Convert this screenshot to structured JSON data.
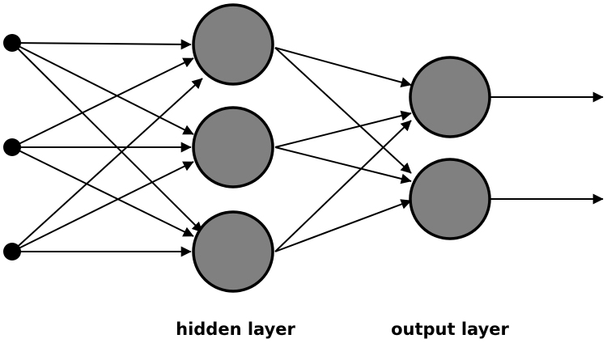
{
  "diagram": {
    "type": "feedforward-neural-network",
    "labels": {
      "hidden": "hidden layer",
      "output": "output layer"
    },
    "layers": [
      {
        "id": "input",
        "nodes": 3,
        "node_style": "small-black-dot"
      },
      {
        "id": "hidden",
        "nodes": 3,
        "node_style": "large-gray-circle"
      },
      {
        "id": "output",
        "nodes": 2,
        "node_style": "large-gray-circle"
      }
    ],
    "connections": "fully-connected",
    "output_arrows": 2,
    "colors": {
      "neuron_fill": "#808080",
      "stroke": "#000000",
      "background": "#ffffff"
    }
  }
}
